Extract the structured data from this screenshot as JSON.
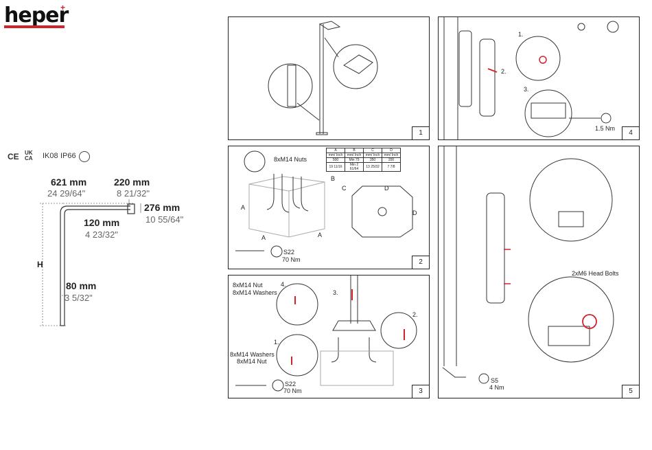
{
  "brand": "heper",
  "certs": [
    "CE",
    "UK CA",
    "IK08",
    "IP66"
  ],
  "dims": {
    "width_mm": "621 mm",
    "width_in": "24 29/64\"",
    "head_mm": "220 mm",
    "head_in": "8 21/32\"",
    "height2_mm": "276 mm",
    "height2_in": "10 55/64\"",
    "arm_mm": "120 mm",
    "arm_in": "4 23/32\"",
    "base_mm": "80 mm",
    "base_in": "3 5/32\"",
    "h": "H"
  },
  "panels": {
    "p1": {
      "num": "1"
    },
    "p2": {
      "num": "2",
      "nuts": "8xM14 Nuts",
      "a": "A",
      "b": "B",
      "c": "C",
      "d": "D",
      "socket": "S22",
      "torque": "70 Nm",
      "table": {
        "head": [
          "A",
          "B",
          "C",
          "D"
        ],
        "unit": [
          "mm/ Inch",
          "mm/ Inch",
          "mm/ Inch",
          "mm/ Inch"
        ],
        "mm": [
          "500",
          "Min 75",
          "350",
          "200"
        ],
        "inch": [
          "19 11/16",
          "Min 2 61/64",
          "13 25/32",
          "7 7/8"
        ]
      }
    },
    "p3": {
      "num": "3",
      "nut": "8xM14 Nut",
      "washers": "8xM14 Washers",
      "step4": "4.",
      "step3": "3.",
      "step2": "2.",
      "step1": "1.",
      "washers2": "8xM14 Washers",
      "nut2": "8xM14 Nut",
      "socket": "S22",
      "torque": "70 Nm"
    },
    "p4": {
      "num": "4",
      "step1": "1.",
      "step2": "2.",
      "step3": "3.",
      "torque": "1.5 Nm"
    },
    "p5": {
      "num": "5",
      "bolts": "2xM6 Head Bolts",
      "socket": "S5",
      "torque": "4 Nm"
    }
  }
}
